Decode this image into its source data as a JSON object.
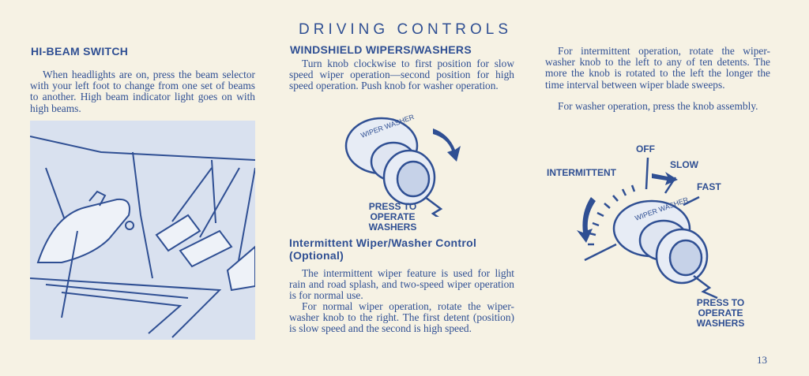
{
  "page_title": "DRIVING CONTROLS",
  "hi_beam": {
    "heading": "HI-BEAM SWITCH",
    "text": "When headlights are on, press the beam selector with your left foot to change from one set of beams to another. High beam indicator light goes on with high beams."
  },
  "wipers": {
    "heading": "WINDSHIELD WIPERS/WASHERS",
    "text": "Turn knob clockwise to first position for slow speed wiper operation—second position for high speed operation. Push knob for washer operation.",
    "knob_label": "WIPER WASHER",
    "press_label_1": "PRESS TO",
    "press_label_2": "OPERATE",
    "press_label_3": "WASHERS"
  },
  "intermittent": {
    "heading_1": "Intermittent Wiper/Washer Control",
    "heading_2": "(Optional)",
    "text_1": "The intermittent wiper feature is used for light rain and road splash, and two-speed wiper operation is for normal use.",
    "text_2": "For normal wiper operation, rotate the wiper-washer knob to the right. The first detent (position) is slow speed and the second is high speed."
  },
  "right_col": {
    "text_1": "For intermittent operation, rotate the wiper-washer knob to the left to any of ten detents. The more the knob is rotated to the left the longer the time interval between wiper blade sweeps.",
    "text_2": "For washer operation, press the knob assembly.",
    "label_off": "OFF",
    "label_slow": "SLOW",
    "label_fast": "FAST",
    "label_intermittent": "INTERMITTENT",
    "knob_label": "WIPER WASHER",
    "press_label_1": "PRESS TO",
    "press_label_2": "OPERATE",
    "press_label_3": "WASHERS"
  },
  "page_number": "13"
}
